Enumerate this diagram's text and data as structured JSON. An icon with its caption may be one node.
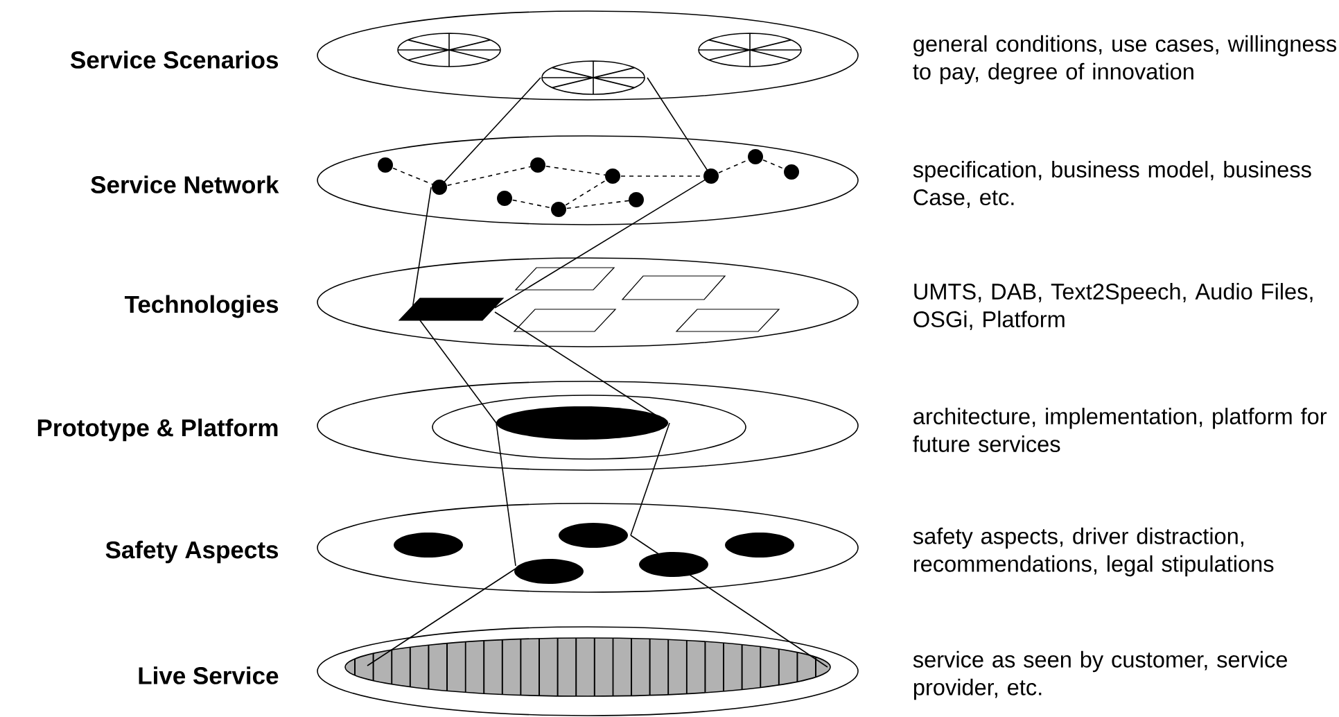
{
  "diagram": {
    "nodes": [
      {
        "text": [
          "Service Scenarios"
        ],
        "beside": [
          "general conditions, use cases, willingness to pay, degree of innovation"
        ]
      },
      {
        "text": [
          "Service Network"
        ],
        "beside": [
          "specification, business model, business Case, etc."
        ]
      },
      {
        "text": [
          "Technologies"
        ],
        "beside": [
          "UMTS, DAB, Text2Speech, Audio Files, OSGi, Platform"
        ]
      },
      {
        "text": [
          "Prototype & Platform"
        ],
        "beside": [
          "architecture, implementation, platform for future services"
        ]
      },
      {
        "text": [
          "Safety Aspects"
        ],
        "beside": [
          "safety aspects, driver distraction, recommendations, legal stipulations"
        ]
      },
      {
        "text": [
          "Live Service"
        ],
        "beside": [
          "service as seen by customer, service provider, etc."
        ]
      }
    ]
  }
}
